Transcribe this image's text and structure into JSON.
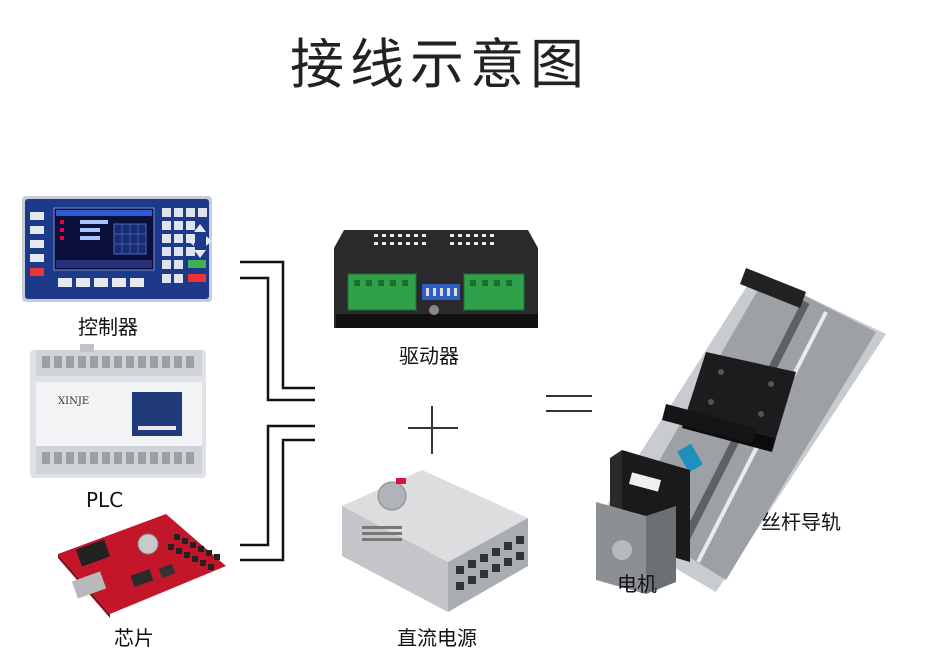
{
  "title": "接线示意图",
  "labels": {
    "controller": "控制器",
    "plc": "PLC",
    "chip": "芯片",
    "driver": "驱动器",
    "power_supply": "直流电源",
    "motor": "电机",
    "linear_guide": "丝杆导轨"
  },
  "symbols": {
    "plus": "+",
    "equals": "="
  },
  "plc_brand": "XINJE"
}
